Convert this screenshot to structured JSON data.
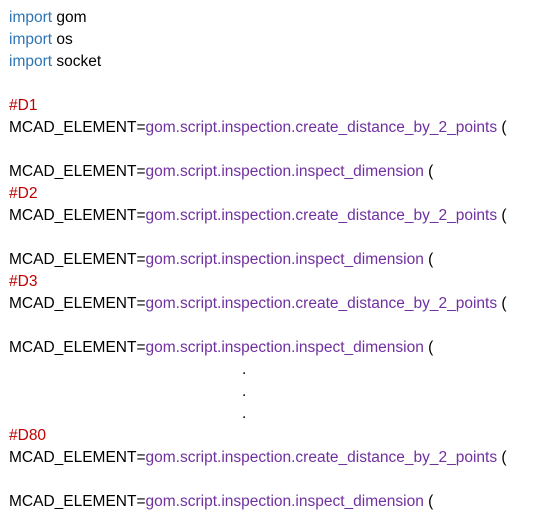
{
  "colors": {
    "keyword": "#2e75b6",
    "comment": "#c00000",
    "function": "#7030a0",
    "text": "#000000"
  },
  "imports": [
    {
      "keyword": "import",
      "module": " gom"
    },
    {
      "keyword": "import",
      "module": " os"
    },
    {
      "keyword": "import",
      "module": " socket"
    }
  ],
  "assign_prefix": "MCAD_ELEMENT=",
  "fn_create": "gom.script.inspection.create_distance_by_2_points",
  "fn_inspect": "gom.script.inspection.inspect_dimension",
  "paren": " (",
  "blocks": [
    {
      "label": "#D1"
    },
    {
      "label": "#D2"
    },
    {
      "label": "#D3"
    },
    {
      "label": "#D80"
    }
  ],
  "ellipsis": [
    ".",
    ".",
    "."
  ]
}
